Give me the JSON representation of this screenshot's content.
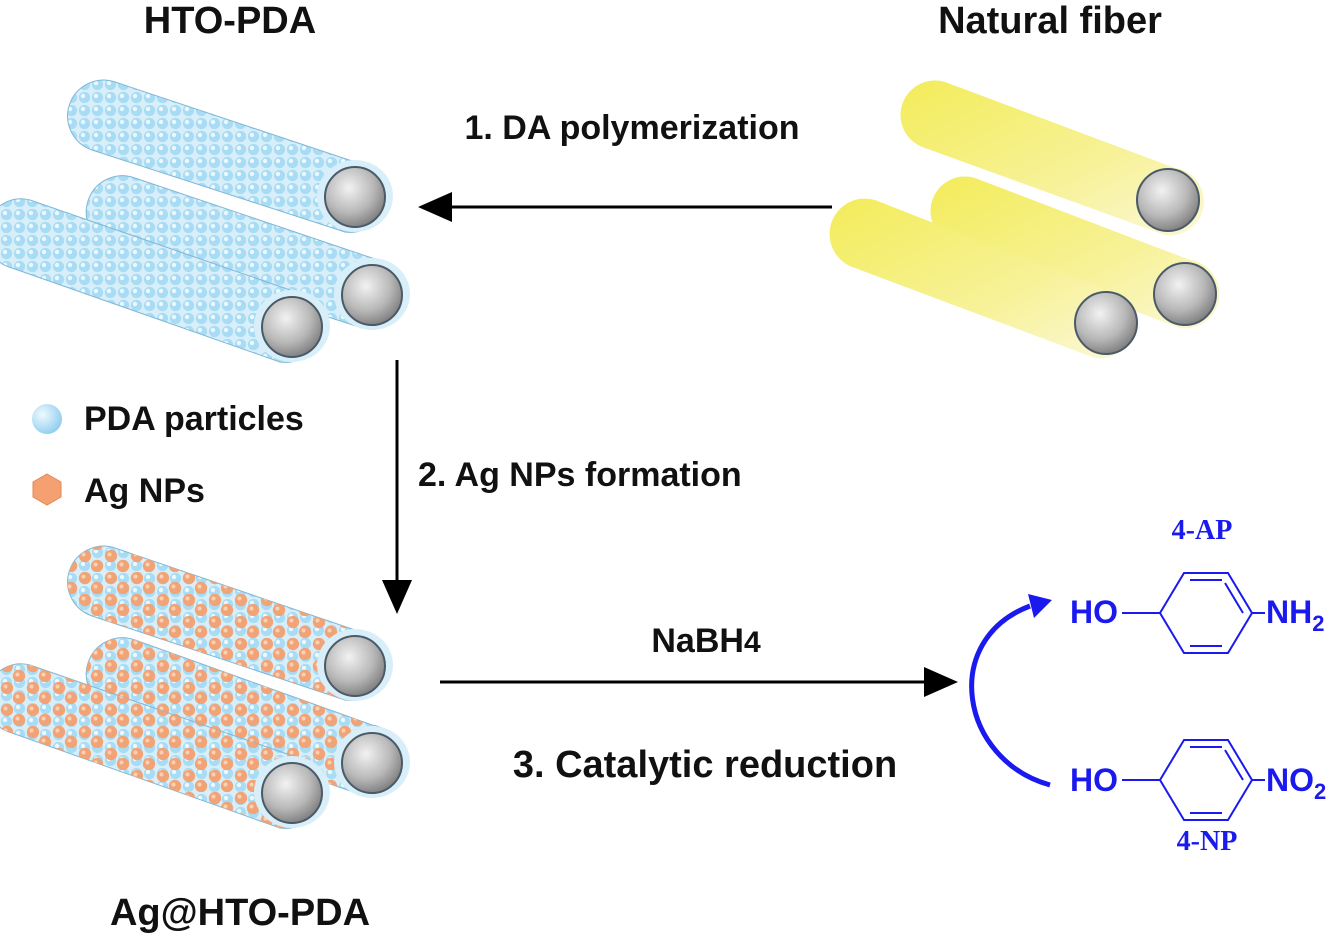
{
  "labels": {
    "hto_pda": "HTO-PDA",
    "natural_fiber": "Natural fiber",
    "ag_hto_pda": "Ag@HTO-PDA"
  },
  "steps": {
    "step1": "1. DA polymerization",
    "step2": "2. Ag NPs formation",
    "step3": "3. Catalytic reduction",
    "reagent_main": "NaBH",
    "reagent_sub": "4"
  },
  "legend": {
    "pda": "PDA particles",
    "ag": "Ag NPs"
  },
  "chemistry": {
    "product_name": "4-AP",
    "reactant_name": "4-NP",
    "ho": "HO",
    "nh_main": "NH",
    "nh_sub": "2",
    "no_main": "NO",
    "no_sub": "2"
  },
  "colors": {
    "pda_particle": "#a8dcf5",
    "ag_particle": "#f4a070",
    "fiber_yellow": "#f2ec60",
    "fiber_end_gray": "#9a9a9a",
    "chem_blue": "#1a1aee",
    "arrow": "#000000"
  }
}
